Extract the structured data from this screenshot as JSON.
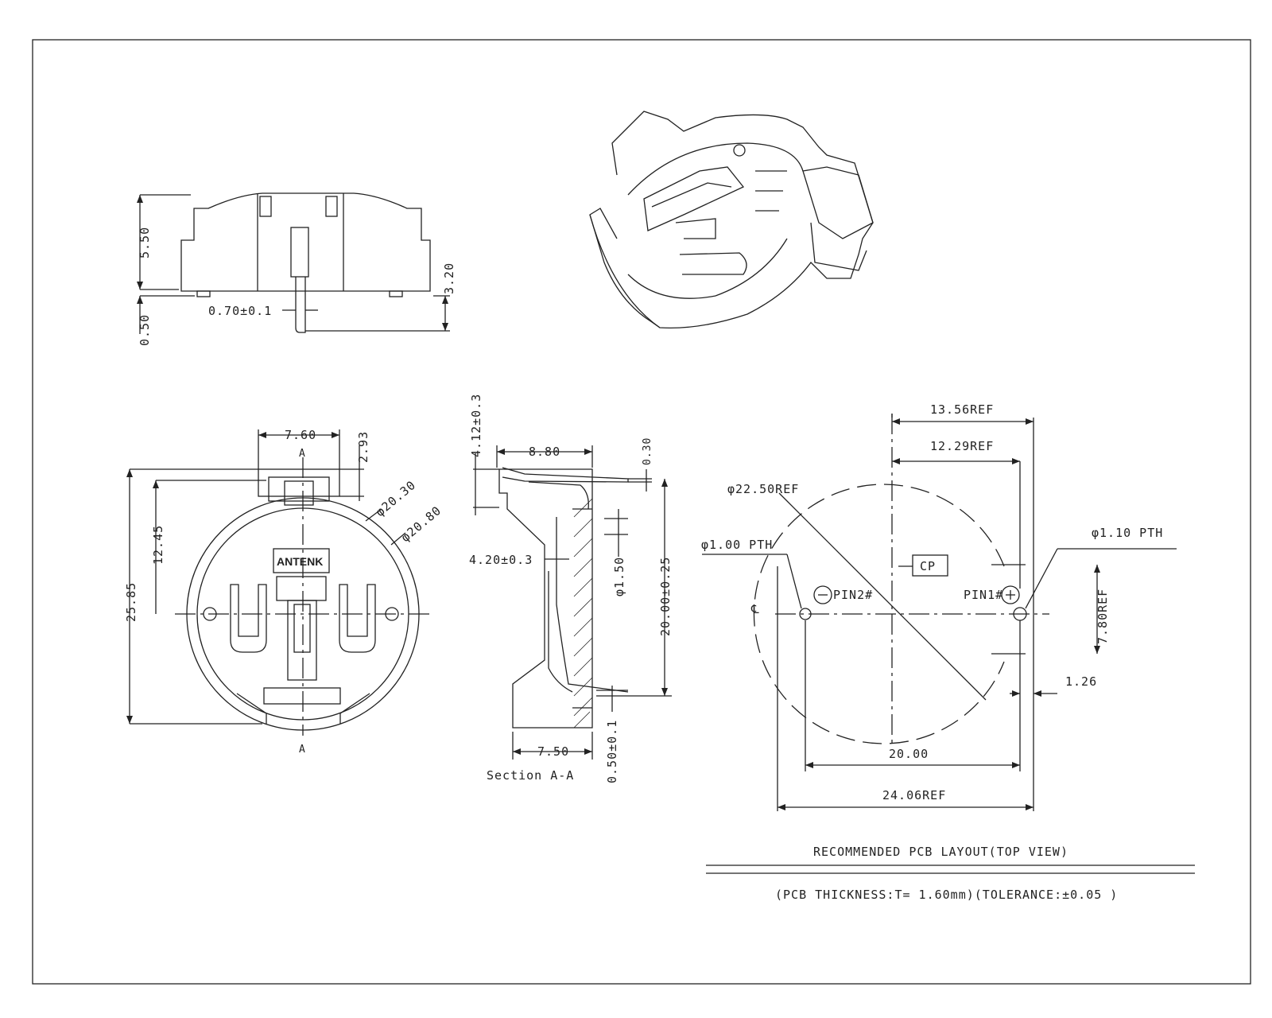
{
  "side_view": {
    "dim_height": "5.50",
    "dim_pin_drop": "3.20",
    "dim_standoff": "0.50",
    "dim_pin_width": "0.70±0.1"
  },
  "top_view": {
    "dim_width": "7.60",
    "dim_depth": "2.93",
    "dim_outer_diameter": "φ20.30",
    "dim_inner_diameter": "φ20.80",
    "dim_total_length": "25.85",
    "dim_center_offset": "12.45",
    "brand": "ANTENK",
    "section_mark": "A"
  },
  "section_view": {
    "dim_overall_height": "4.12±0.3",
    "dim_top_width": "8.80",
    "dim_contact_thickness": "0.30",
    "dim_side_offset": "4.20±0.3",
    "dim_hole": "φ1.50",
    "dim_battery_diameter": "20.00±0.25",
    "dim_bottom_width": "7.50",
    "dim_bottom_thickness": "0.50±0.1",
    "caption": "Section A-A"
  },
  "pcb_layout": {
    "dim_top_outer": "13.56REF",
    "dim_top_inner": "12.29REF",
    "dim_circle": "φ22.50REF",
    "dim_left_hole": "φ1.00 PTH",
    "dim_right_hole": "φ1.10 PTH",
    "center_label": "CP",
    "centerline_symbol": "℄",
    "pin_negative": "PIN2#",
    "pin_positive": "PIN1#",
    "dim_pad_height": "7.80REF",
    "dim_small": "1.26",
    "dim_pin_pitch": "20.00",
    "dim_overall_width": "24.06REF",
    "title": "RECOMMENDED PCB LAYOUT(TOP VIEW)",
    "note": "(PCB THICKNESS:T= 1.60mm)(TOLERANCE:±0.05 )"
  }
}
